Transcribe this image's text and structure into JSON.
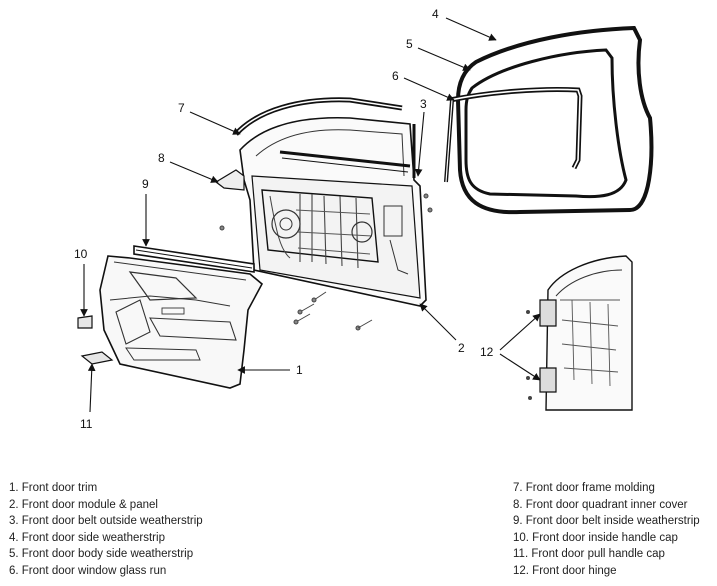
{
  "callouts": [
    "1",
    "2",
    "3",
    "4",
    "5",
    "6",
    "7",
    "8",
    "9",
    "10",
    "11",
    "12"
  ],
  "legend": {
    "left": [
      "1. Front door trim",
      "2. Front door module & panel",
      "3. Front door belt outside weatherstrip",
      "4. Front door side weatherstrip",
      "5. Front door body side weatherstrip",
      "6. Front door window glass run"
    ],
    "right": [
      "7. Front door frame molding",
      "8. Front door quadrant inner cover",
      "9. Front door belt inside weatherstrip",
      "10. Front door inside handle cap",
      "11. Front door pull handle cap",
      "12. Front door hinge"
    ]
  }
}
